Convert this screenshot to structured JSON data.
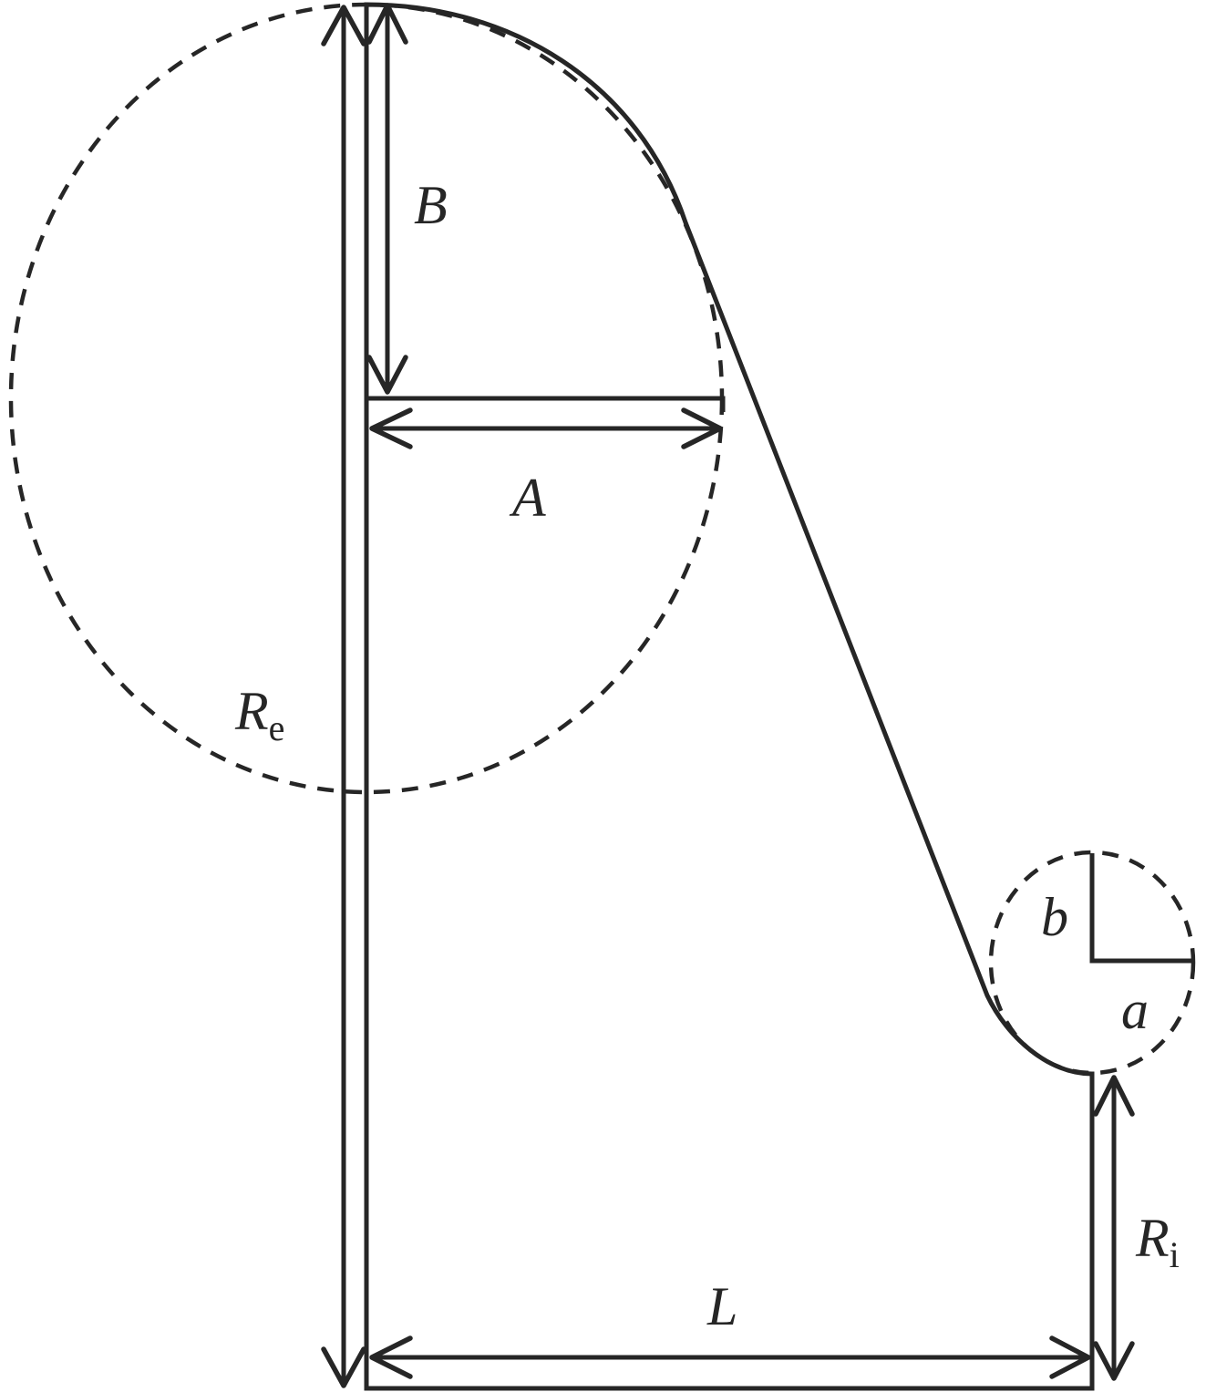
{
  "labels": {
    "A": "A",
    "B": "B",
    "L": "L",
    "a": "a",
    "b": "b",
    "Re": "R",
    "Re_sub": "e",
    "Ri": "R",
    "Ri_sub": "i"
  },
  "colors": {
    "stroke": "#262626",
    "background": "#ffffff"
  }
}
